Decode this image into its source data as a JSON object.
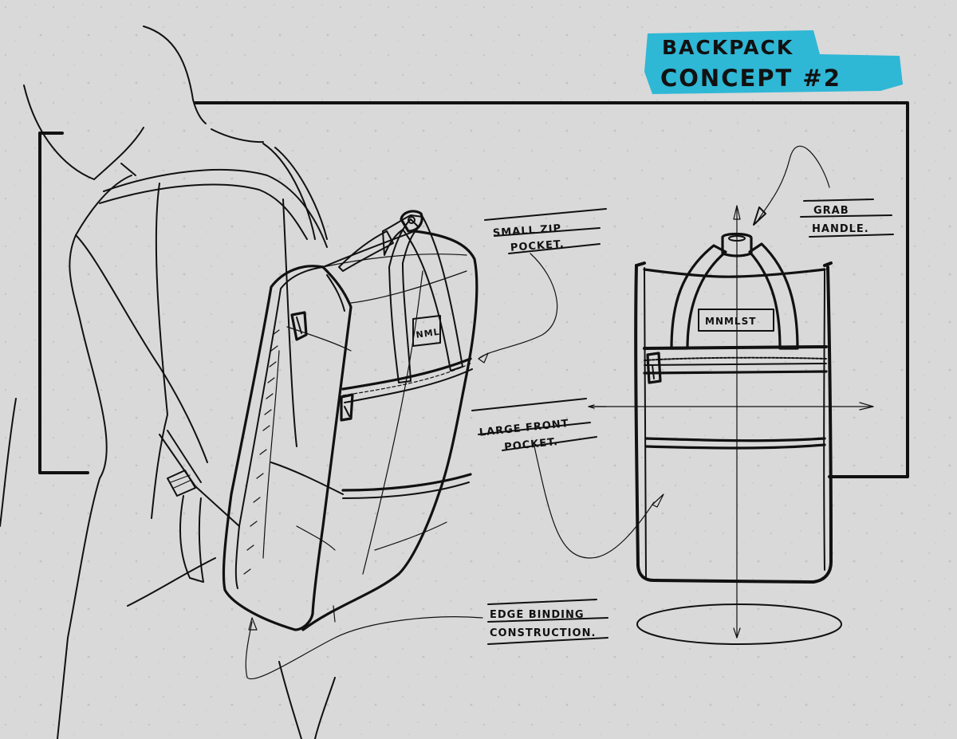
{
  "title": {
    "line1": "BACKPACK",
    "line2": "CONCEPT #2",
    "highlight_color": "#2fb7d6"
  },
  "annotations": {
    "small_zip_pocket": {
      "line1": "SMALL ZIP",
      "line2": "POCKET."
    },
    "grab_handle": {
      "line1": "GRAB",
      "line2": "HANDLE."
    },
    "large_front_pocket": {
      "line1": "LARGE FRONT",
      "line2": "POCKET."
    },
    "edge_binding": {
      "line1": "EDGE BINDING",
      "line2": "CONSTRUCTION."
    }
  },
  "front_view": {
    "logo_label": "MNMLST"
  },
  "perspective_view": {
    "logo_label": "NML"
  },
  "colors": {
    "paper": "#d9d9d9",
    "ink": "#111111",
    "accent": "#2fb7d6"
  }
}
